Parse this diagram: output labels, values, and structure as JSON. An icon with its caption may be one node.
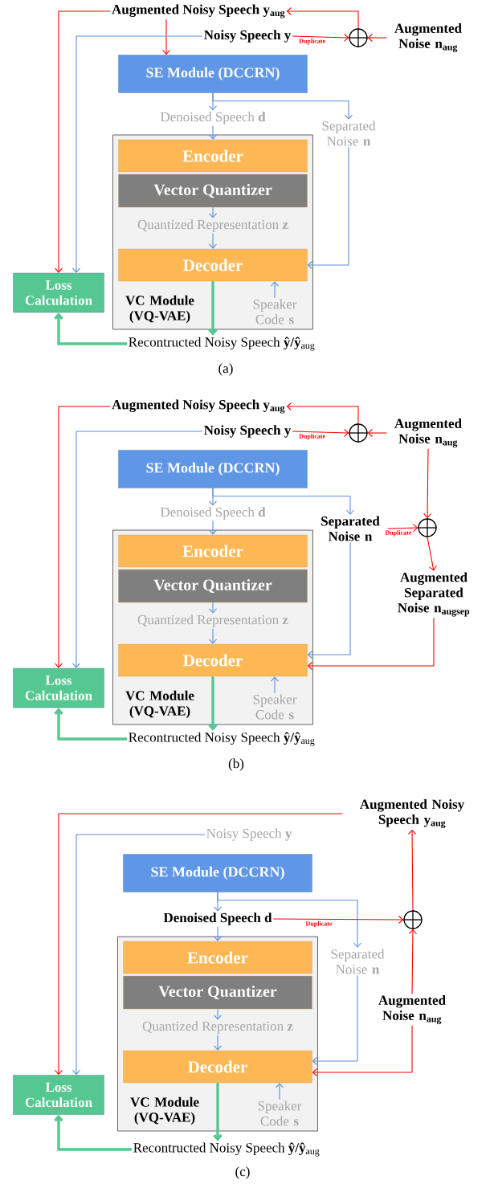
{
  "diagram": {
    "nodes": [
      {
        "text": [
          "Augmented Noisy Speech y$_{aug}$"
        ]
      },
      {
        "text": [
          "Noisy Speech y"
        ]
      },
      {
        "text": [],
        "shape": "circle"
      },
      {
        "text": [
          "Augmented Noise n$_{aug}$"
        ]
      },
      {
        "text": [
          "SE Module (DCCRN)"
        ]
      },
      {
        "text": [
          "Denoised Speech **d**"
        ]
      },
      {
        "text": [
          "Separated Noise **n**"
        ]
      },
      {
        "text": [
          "VC Module (VQ-VAE)"
        ]
      },
      {
        "text": [
          "Encoder"
        ],
        "in": 7
      },
      {
        "text": [
          "Vector Quantizer"
        ],
        "in": 7
      },
      {
        "text": [
          "Quantized Representation **z**"
        ],
        "in": 7
      },
      {
        "text": [
          "Decoder"
        ],
        "in": 7
      },
      {
        "text": [
          "Speaker Code **s**"
        ],
        "in": 7
      },
      {
        "text": [
          "Loss Calculation"
        ]
      },
      {
        "text": [
          "Recontructed Noisy Speech **ŷ/ŷ**$_{aug}$"
        ]
      },
      {
        "text": [
          "Augmented Noisy Speech y$_{aug}$"
        ]
      },
      {
        "text": [
          "Noisy Speech y"
        ]
      },
      {
        "text": [],
        "shape": "circle"
      },
      {
        "text": [
          "Augmented Noise n$_{aug}$"
        ]
      },
      {
        "text": [
          "SE Module (DCCRN)"
        ]
      },
      {
        "text": [
          "Denoised Speech **d**"
        ]
      },
      {
        "text": [
          "Separated Noise n"
        ]
      },
      {
        "text": [],
        "shape": "circle"
      },
      {
        "text": [
          "Augmented Separated Noise n$_{augsep}$"
        ]
      },
      {
        "text": [
          "VC Module (VQ-VAE)"
        ]
      },
      {
        "text": [
          "Encoder"
        ],
        "in": 24
      },
      {
        "text": [
          "Vector Quantizer"
        ],
        "in": 24
      },
      {
        "text": [
          "Quantized Representation **z**"
        ],
        "in": 24
      },
      {
        "text": [
          "Decoder"
        ],
        "in": 24
      },
      {
        "text": [
          "Speaker Code **s**"
        ],
        "in": 24
      },
      {
        "text": [
          "Loss Calculation"
        ]
      },
      {
        "text": [
          "Recontructed Noisy Speech **ŷ/ŷ**$_{aug}$"
        ]
      },
      {
        "text": [
          "Augmented Noisy Speech y$_{aug}$"
        ]
      },
      {
        "text": [
          "Noisy Speech **y**"
        ]
      },
      {
        "text": [
          "SE Module (DCCRN)"
        ]
      },
      {
        "text": [
          "Denoised Speech d"
        ]
      },
      {
        "text": [],
        "shape": "circle"
      },
      {
        "text": [
          "Separated Noise **n**"
        ]
      },
      {
        "text": [
          "VC Module (VQ-VAE)"
        ]
      },
      {
        "text": [
          "Encoder"
        ],
        "in": 38
      },
      {
        "text": [
          "Vector Quantizer"
        ],
        "in": 38
      },
      {
        "text": [
          "Quantized Representation **z**"
        ],
        "in": 38
      },
      {
        "text": [
          "Decoder"
        ],
        "in": 38
      },
      {
        "text": [
          "Speaker Code **s**"
        ],
        "in": 38
      },
      {
        "text": [
          "Augmented Noise n$_{aug}$"
        ]
      },
      {
        "text": [
          "Loss Calculation"
        ]
      },
      {
        "text": [
          "Recontructed Noisy Speech **ŷ/ŷ**$_{aug}$"
        ]
      }
    ],
    "edges": [
      {
        "from": 1,
        "to": 2,
        "arrow": "to",
        "label": "Duplicate",
        "color": "#ff0000"
      },
      {
        "from": 3,
        "to": 2,
        "arrow": "to",
        "color": "#ff0000"
      },
      {
        "from": 2,
        "to": 0,
        "arrow": "to",
        "color": "#ff0000"
      },
      {
        "from": 0,
        "to": 4,
        "arrow": "to",
        "color": "#ff0000"
      },
      {
        "from": 0,
        "to": 13,
        "arrow": "to",
        "color": "#ff0000"
      },
      {
        "from": 1,
        "to": 13,
        "arrow": "to"
      },
      {
        "from": 4,
        "to": 5,
        "arrow": "to"
      },
      {
        "from": 4,
        "to": 6,
        "arrow": "to"
      },
      {
        "from": 5,
        "to": 8,
        "arrow": "to"
      },
      {
        "from": 9,
        "to": 10,
        "arrow": "to"
      },
      {
        "from": 10,
        "to": 11,
        "arrow": "to"
      },
      {
        "from": 6,
        "to": 11,
        "arrow": "to"
      },
      {
        "from": 12,
        "to": 11,
        "arrow": "to"
      },
      {
        "from": 11,
        "to": 14,
        "arrow": "to",
        "style": "thick",
        "color": "#55c790"
      },
      {
        "from": 14,
        "to": 13,
        "arrow": "to",
        "style": "thick",
        "color": "#55c790"
      },
      {
        "from": 16,
        "to": 17,
        "arrow": "to",
        "label": "Duplicate",
        "color": "#ff0000"
      },
      {
        "from": 18,
        "to": 17,
        "arrow": "to",
        "color": "#ff0000"
      },
      {
        "from": 17,
        "to": 15,
        "arrow": "to",
        "color": "#ff0000"
      },
      {
        "from": 15,
        "to": 30,
        "arrow": "to",
        "color": "#ff0000"
      },
      {
        "from": 16,
        "to": 30,
        "arrow": "to"
      },
      {
        "from": 19,
        "to": 20,
        "arrow": "to"
      },
      {
        "from": 19,
        "to": 21,
        "arrow": "to"
      },
      {
        "from": 20,
        "to": 25,
        "arrow": "to"
      },
      {
        "from": 26,
        "to": 27,
        "arrow": "to"
      },
      {
        "from": 27,
        "to": 28,
        "arrow": "to"
      },
      {
        "from": 21,
        "to": 28,
        "arrow": "to"
      },
      {
        "from": 29,
        "to": 28,
        "arrow": "to"
      },
      {
        "from": 28,
        "to": 31,
        "arrow": "to",
        "style": "thick",
        "color": "#55c790"
      },
      {
        "from": 31,
        "to": 30,
        "arrow": "to",
        "style": "thick",
        "color": "#55c790"
      },
      {
        "from": 18,
        "to": 22,
        "arrow": "to",
        "color": "#ff0000"
      },
      {
        "from": 21,
        "to": 22,
        "arrow": "to",
        "label": "Duplicate",
        "color": "#ff0000"
      },
      {
        "from": 22,
        "to": 23,
        "arrow": "to",
        "color": "#ff0000"
      },
      {
        "from": 23,
        "to": 28,
        "arrow": "to",
        "color": "#ff0000"
      },
      {
        "from": 32,
        "to": 45,
        "arrow": "to",
        "color": "#ff0000"
      },
      {
        "from": 33,
        "to": 45,
        "arrow": "to"
      },
      {
        "from": 34,
        "to": 35,
        "arrow": "to"
      },
      {
        "from": 34,
        "to": 37,
        "arrow": "to"
      },
      {
        "from": 35,
        "to": 39,
        "arrow": "to"
      },
      {
        "from": 35,
        "to": 36,
        "arrow": "to",
        "label": "Duplicate",
        "color": "#ff0000"
      },
      {
        "from": 36,
        "to": 32,
        "arrow": "to",
        "color": "#ff0000"
      },
      {
        "from": 44,
        "to": 36,
        "arrow": "to",
        "color": "#ff0000"
      },
      {
        "from": 44,
        "to": 42,
        "arrow": "to",
        "color": "#ff0000"
      },
      {
        "from": 37,
        "to": 42,
        "arrow": "to"
      },
      {
        "from": 40,
        "to": 41,
        "arrow": "to"
      },
      {
        "from": 41,
        "to": 42,
        "arrow": "to"
      },
      {
        "from": 43,
        "to": 42,
        "arrow": "to"
      },
      {
        "from": 42,
        "to": 46,
        "arrow": "to",
        "style": "thick",
        "color": "#55c790"
      },
      {
        "from": 46,
        "to": 45,
        "arrow": "to",
        "style": "thick",
        "color": "#55c790"
      }
    ],
    "labels": [
      "(a)",
      "(b)",
      "(c)"
    ]
  }
}
